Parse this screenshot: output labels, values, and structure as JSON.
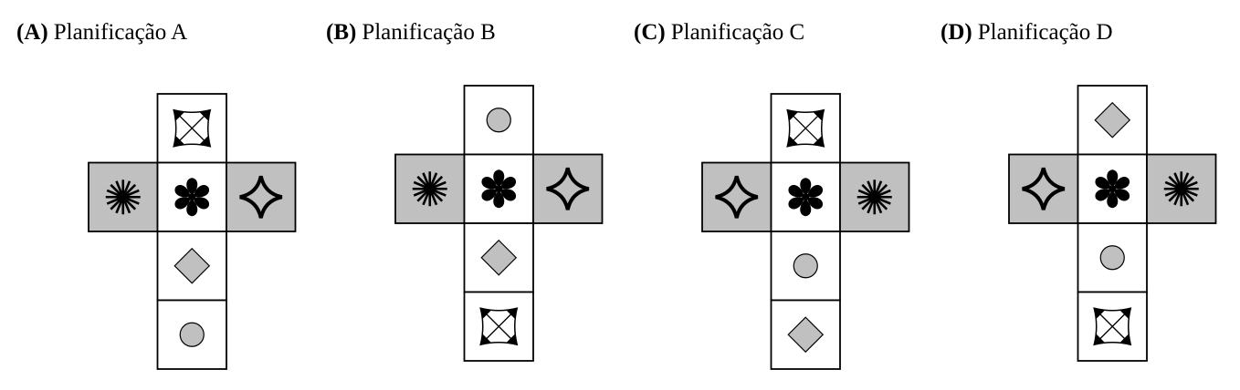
{
  "panels": [
    {
      "letter": "(A)",
      "label": "Planificação A",
      "cells": {
        "top": "crossbox",
        "left": "sunburst",
        "center": "flower",
        "right": "star4",
        "below1": "diamond",
        "below2": "circle"
      }
    },
    {
      "letter": "(B)",
      "label": "Planificação B",
      "cells": {
        "top": "circle",
        "left": "sunburst",
        "center": "flower",
        "right": "star4",
        "below1": "diamond",
        "below2": "crossbox"
      }
    },
    {
      "letter": "(C)",
      "label": "Planificação C",
      "cells": {
        "top": "crossbox",
        "left": "star4",
        "center": "flower",
        "right": "sunburst",
        "below1": "circle",
        "below2": "diamond"
      }
    },
    {
      "letter": "(D)",
      "label": "Planificação D",
      "cells": {
        "top": "diamond",
        "left": "star4",
        "center": "flower",
        "right": "sunburst",
        "below1": "circle",
        "below2": "crossbox"
      }
    }
  ],
  "colors": {
    "shaded": "#c0c0c0",
    "shape_fill": "#c0c0c0",
    "line": "#000000"
  }
}
